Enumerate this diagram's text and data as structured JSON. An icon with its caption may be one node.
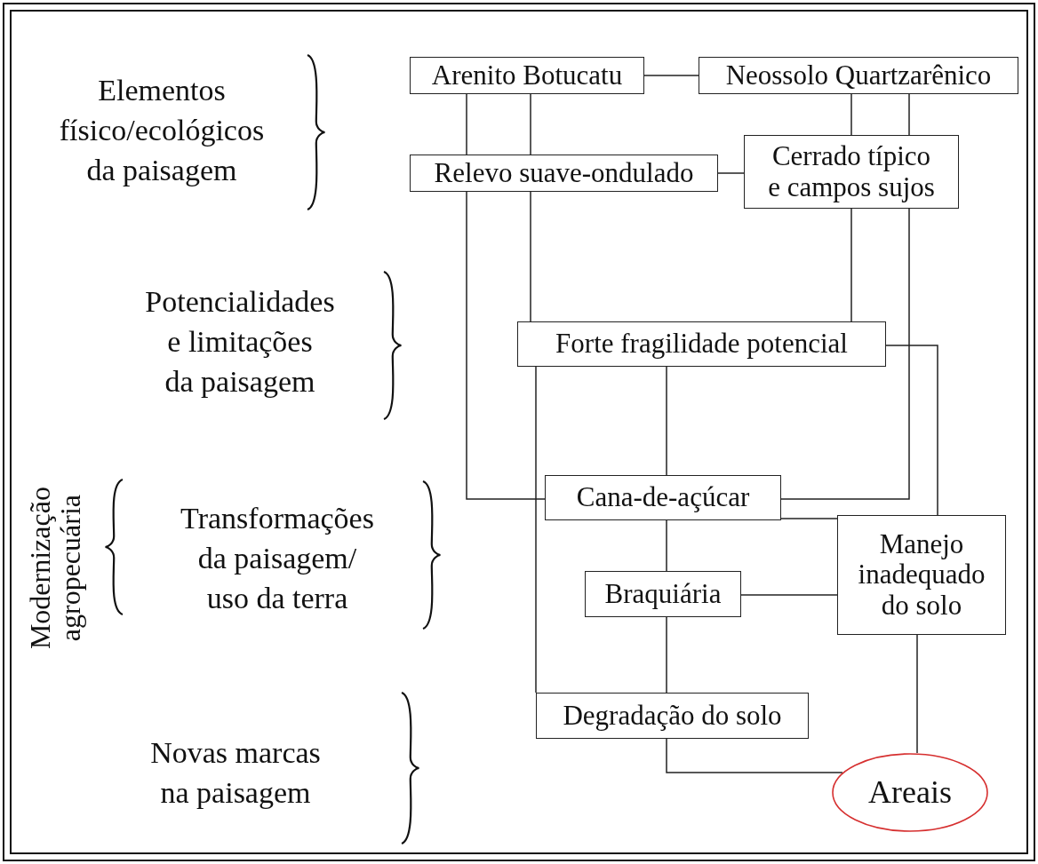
{
  "diagram": {
    "nodes": [
      {
        "text": [
          "Arenito Botucatu"
        ]
      },
      {
        "text": [
          "Neossolo Quartzarênico"
        ]
      },
      {
        "text": [
          "Relevo suave-ondulado"
        ]
      },
      {
        "text": [
          "Cerrado típico e campos sujos"
        ]
      },
      {
        "text": [
          "Forte fragilidade potencial"
        ]
      },
      {
        "text": [
          "Cana-de-açúcar"
        ]
      },
      {
        "text": [
          "Manejo inadequado do solo"
        ]
      },
      {
        "text": [
          "Braquiária"
        ]
      },
      {
        "text": [
          "Degradação do solo"
        ]
      },
      {
        "text": [
          "Areais"
        ]
      }
    ],
    "edges": [
      {
        "from": 0,
        "to": 1,
        "arrow": "none"
      },
      {
        "from": 0,
        "to": 2,
        "arrow": "none"
      },
      {
        "from": 0,
        "to": 2,
        "arrow": "none"
      },
      {
        "from": 2,
        "to": 3,
        "arrow": "none"
      },
      {
        "from": 1,
        "to": 3,
        "arrow": "none"
      },
      {
        "from": 1,
        "to": 3,
        "arrow": "none"
      },
      {
        "from": 2,
        "to": 4,
        "arrow": "none"
      },
      {
        "from": 3,
        "to": 4,
        "arrow": "none"
      },
      {
        "from": 2,
        "to": 5,
        "arrow": "none"
      },
      {
        "from": 3,
        "to": 5,
        "arrow": "none"
      },
      {
        "from": 4,
        "to": 5,
        "arrow": "none"
      },
      {
        "from": 4,
        "to": 6,
        "arrow": "none"
      },
      {
        "from": 4,
        "to": 8,
        "arrow": "none"
      },
      {
        "from": 5,
        "to": 6,
        "arrow": "none"
      },
      {
        "from": 5,
        "to": 7,
        "arrow": "none"
      },
      {
        "from": 7,
        "to": 6,
        "arrow": "none"
      },
      {
        "from": 7,
        "to": 8,
        "arrow": "none"
      },
      {
        "from": 8,
        "to": 9,
        "arrow": "none"
      },
      {
        "from": 6,
        "to": 9,
        "arrow": "none"
      }
    ],
    "labels": [
      "Elementos físico/ecológicos da paisagem",
      "Potencialidades e limitações da paisagem",
      "Modernização agropecuária",
      "Transformações da paisagem/ uso da terra",
      "Novas marcas na paisagem"
    ]
  }
}
